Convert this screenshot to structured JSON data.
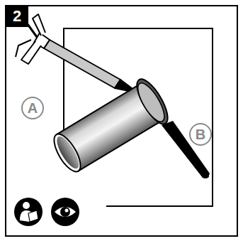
{
  "diagram": {
    "nodes": [
      {
        "text": [
          "2"
        ]
      },
      {
        "text": [
          "A"
        ]
      },
      {
        "text": [
          "B"
        ]
      }
    ]
  }
}
